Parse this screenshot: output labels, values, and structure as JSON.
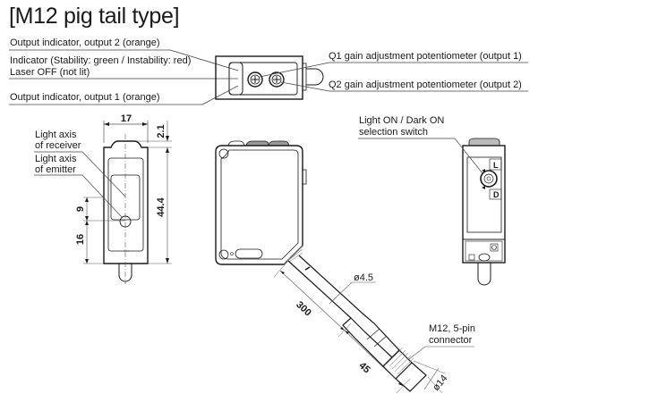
{
  "title": "[M12 pig tail type]",
  "top_view": {
    "callouts": {
      "output2": "Output indicator, output 2 (orange)",
      "indicator_line1": "Indicator (Stability: green / Instability: red)",
      "indicator_line2": "Laser OFF (not lit)",
      "output1": "Output indicator, output 1 (orange)",
      "q1": "Q1 gain adjustment potentiometer (output 1)",
      "q2": "Q2 gain adjustment potentiometer (output 2)"
    }
  },
  "front_view": {
    "labels": {
      "receiver_line1": "Light axis",
      "receiver_line2": "of receiver",
      "emitter_line1": "Light axis",
      "emitter_line2": "of emitter"
    },
    "dimensions": {
      "width": "17",
      "top_protrusion": "2.1",
      "height": "44.4",
      "axis_gap": "9",
      "axis_from_bottom": "16"
    }
  },
  "side_view": {
    "dimensions": {
      "cable_diameter": "ø4.5",
      "cable_length": "300",
      "connector_length": "45",
      "connector_diameter": "ø14"
    },
    "connector_label_line1": "M12, 5-pin",
    "connector_label_line2": "connector"
  },
  "rear_view": {
    "switch_label_line1": "Light ON / Dark ON",
    "switch_label_line2": "selection switch",
    "switch_marks": {
      "light": "L",
      "dark": "D"
    }
  },
  "colors": {
    "line": "#1a1a1a",
    "thin": "#555555",
    "leader": "#444444",
    "gray_tab": "#999999"
  }
}
